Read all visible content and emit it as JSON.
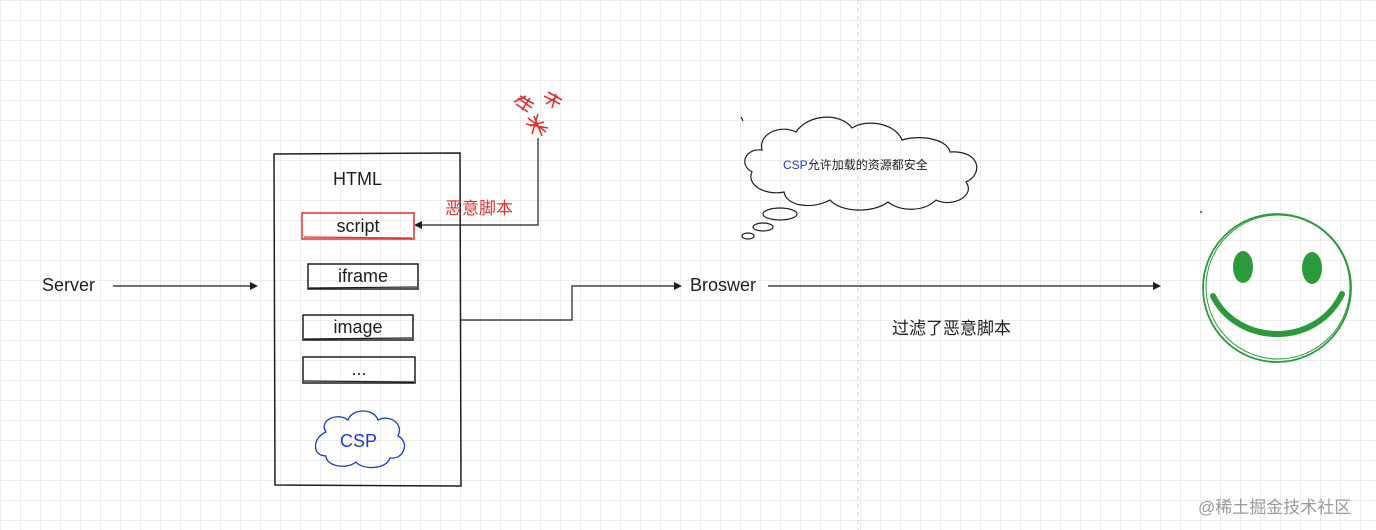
{
  "labels": {
    "server": "Server",
    "html_title": "HTML",
    "malicious_script": "恶意脚本",
    "browser": "Broswer",
    "filtered": "过滤了恶意脚本",
    "csp_badge": "CSP",
    "thought_prefix": "CSP",
    "thought_rest": "允许加载的资源都安全",
    "watermark": "@稀土掘金技术社区"
  },
  "items": [
    {
      "label": "script",
      "highlight": true
    },
    {
      "label": "iframe",
      "highlight": false
    },
    {
      "label": "image",
      "highlight": false
    },
    {
      "label": "...",
      "highlight": false
    }
  ],
  "colors": {
    "stroke": "#1e1e1e",
    "malicious": "#e03131",
    "csp": "#1c3ad8",
    "smiley": "#2b9a3a",
    "grid": "#ececec"
  },
  "icons": {
    "bug": "bug-icon",
    "smiley": "smiley-face-icon",
    "thought": "thought-cloud-icon",
    "csp_cloud": "csp-cloud-icon"
  }
}
